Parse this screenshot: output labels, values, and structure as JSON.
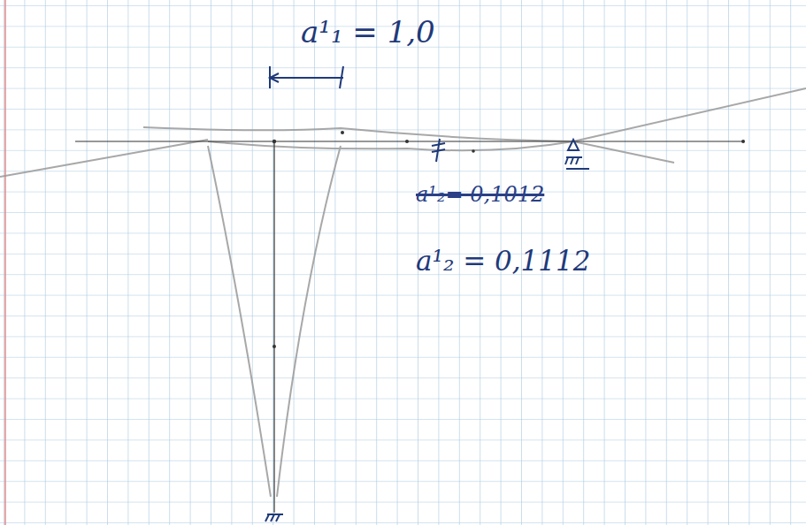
{
  "diagram": {
    "labels": [
      "a¹₁ = 1,0",
      "a¹₂= 0,1012",
      "a¹₂ = 0,1112"
    ]
  }
}
